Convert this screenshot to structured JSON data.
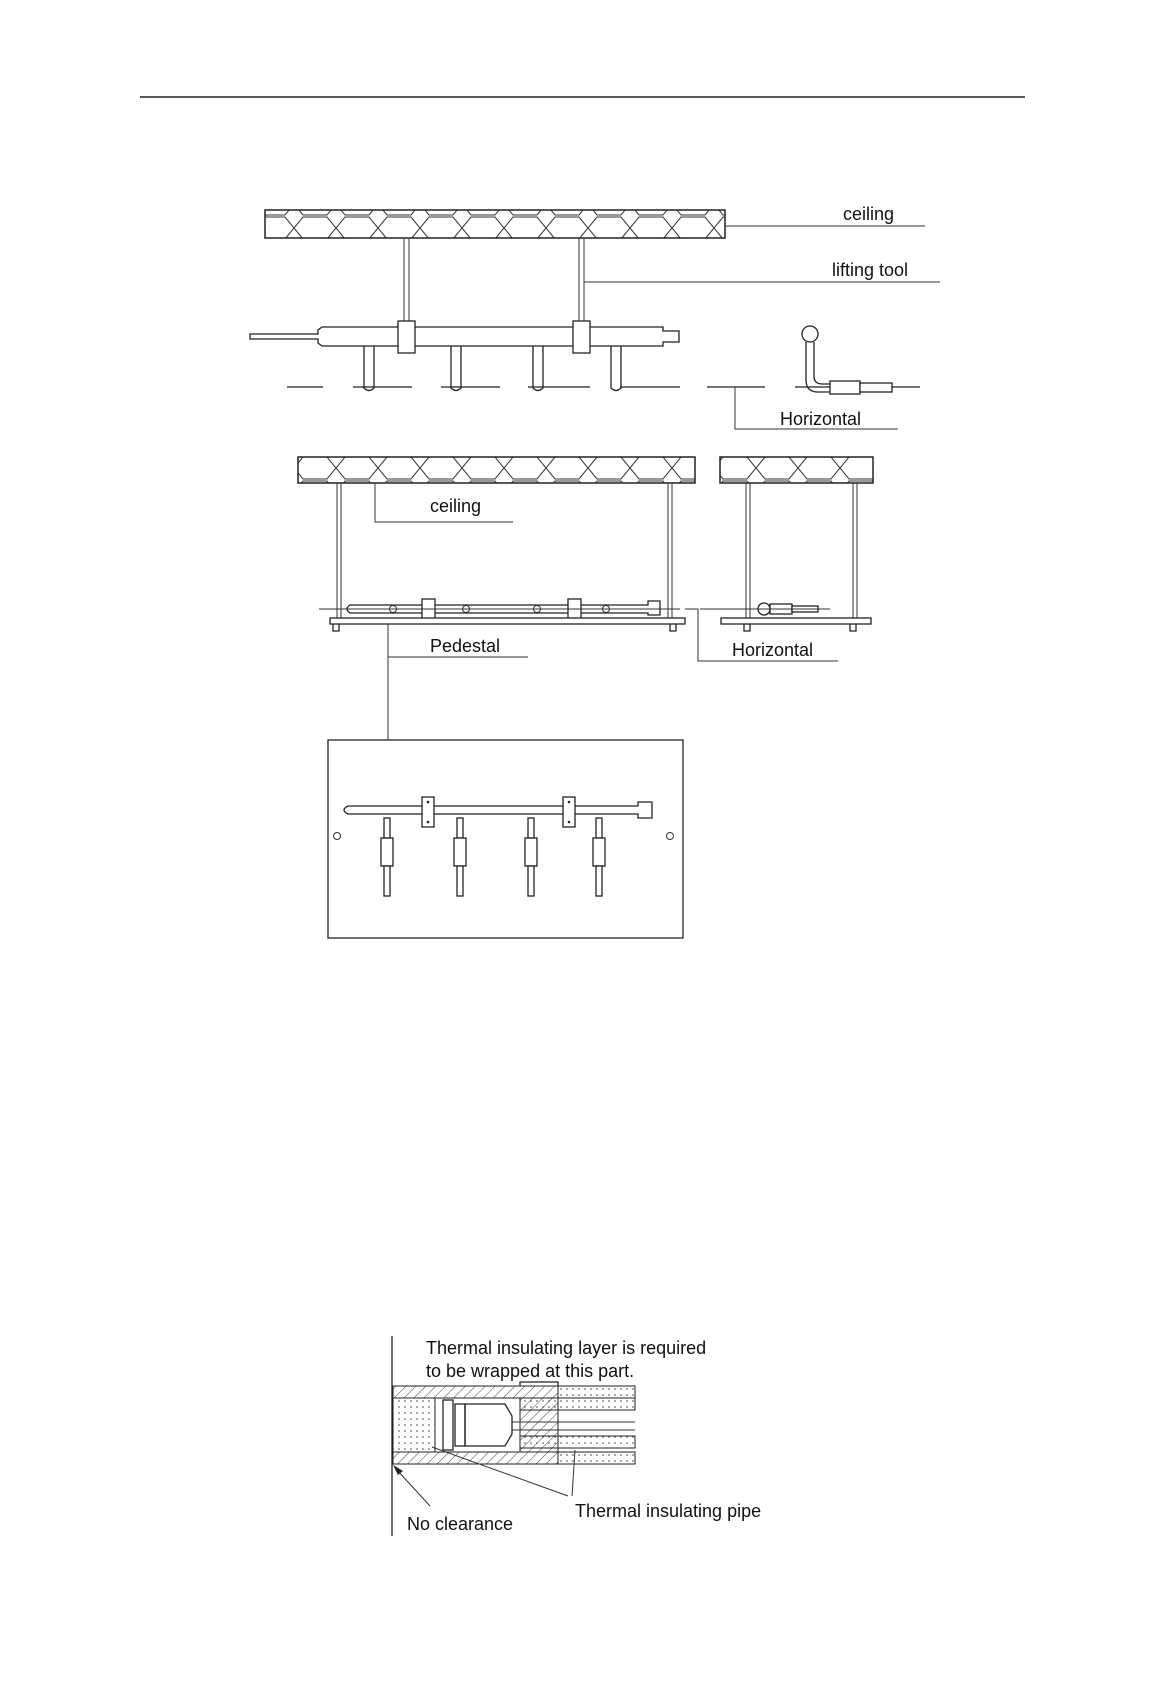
{
  "figure1": {
    "labels": {
      "ceiling_top": "ceiling",
      "lifting_tool": "lifting tool",
      "horizontal_top": "Horizontal",
      "ceiling_mid": "ceiling",
      "pedestal": "Pedestal",
      "horizontal_mid": "Horizontal"
    }
  },
  "figure2": {
    "labels": {
      "note_line1": "Thermal insulating layer is required",
      "note_line2": "to be wrapped at this part.",
      "no_clearance": "No clearance",
      "insulating_pipe": "Thermal insulating pipe"
    }
  },
  "colors": {
    "line": "#222222",
    "background": "#ffffff"
  }
}
